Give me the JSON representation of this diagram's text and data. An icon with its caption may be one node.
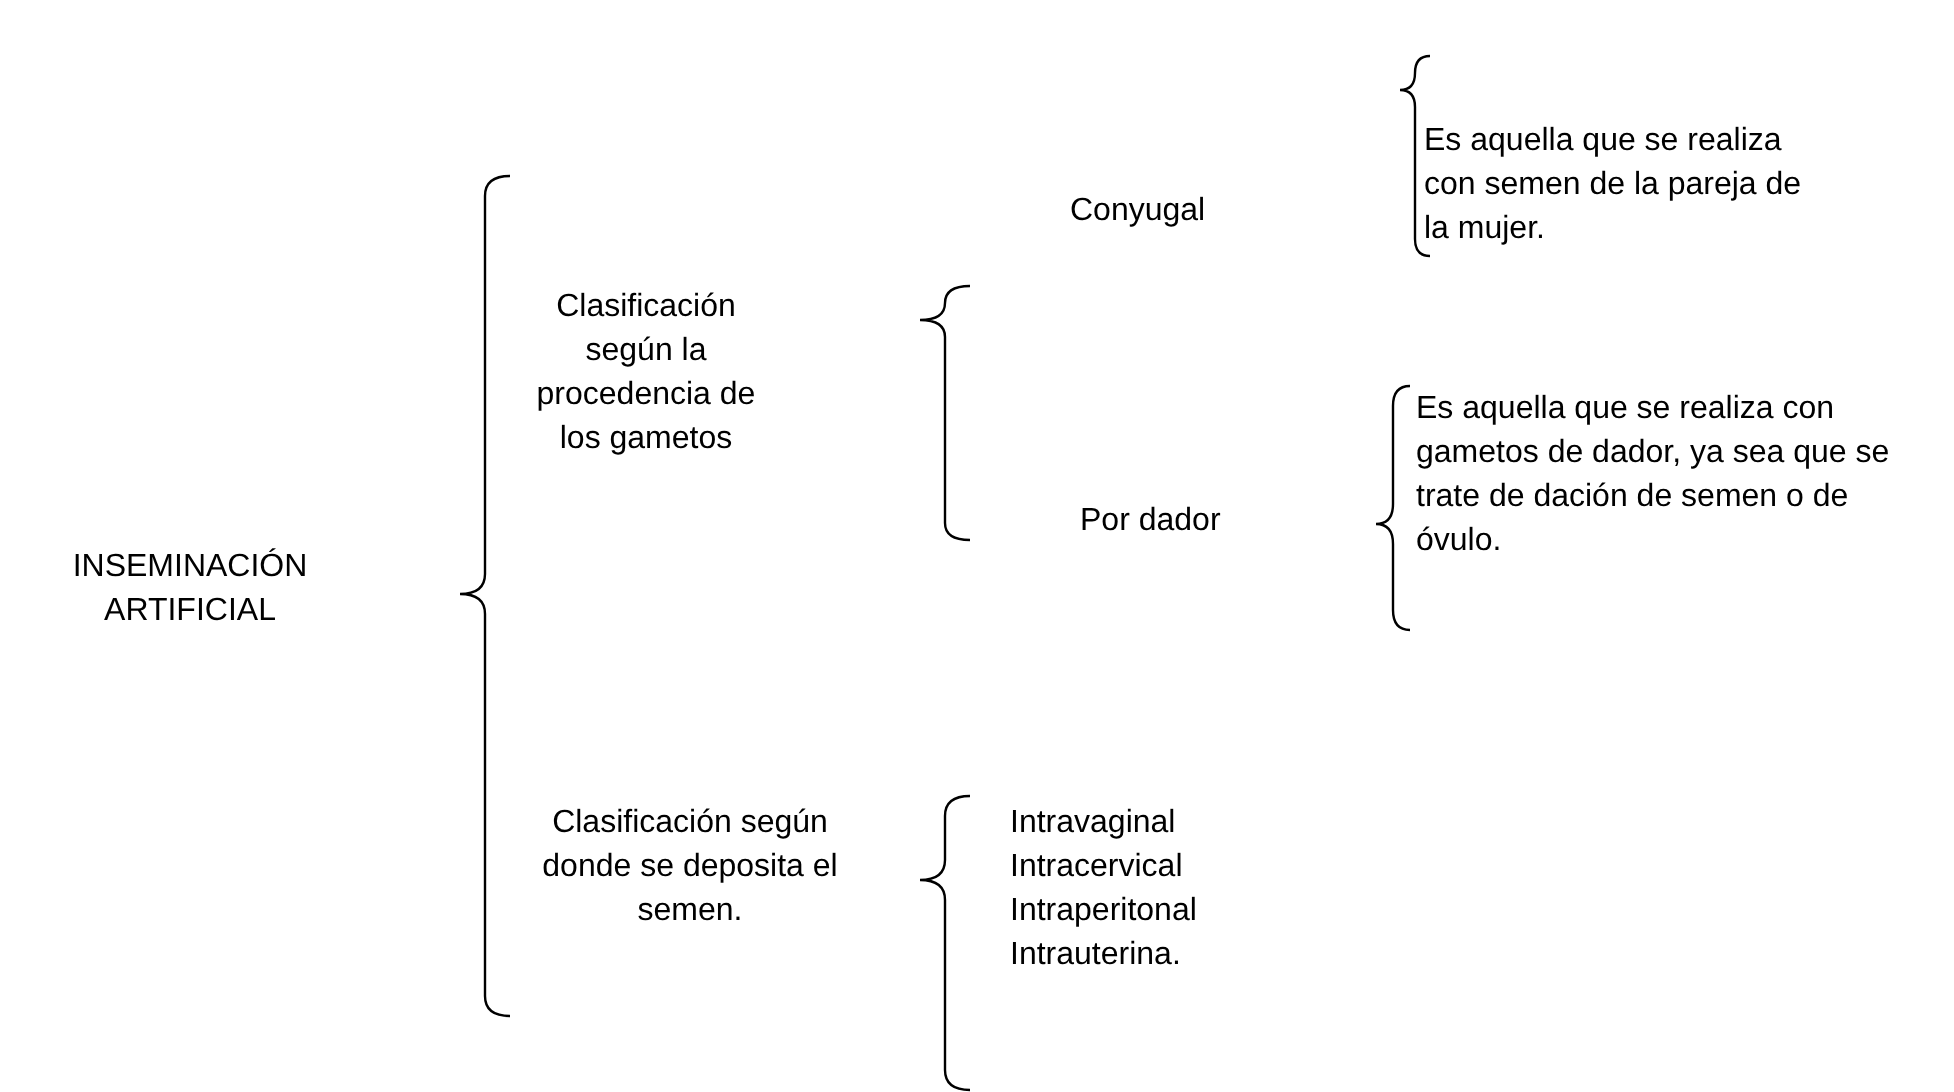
{
  "diagram": {
    "labels": [
      "INSEMINACIÓN ARTIFICIAL",
      "Clasificación según la procedencia de los gametos",
      "Conyugal",
      "Es aquella que se realiza con semen de la pareja de la mujer.",
      "Por dador",
      "Es aquella que se realiza con gametos de dador, ya sea que se trate de dación de semen o de óvulo.",
      "Clasificación según donde se deposita el semen.",
      "Intravaginal",
      "Intracervical",
      "Intraperitonal",
      "Intrauterina."
    ]
  }
}
